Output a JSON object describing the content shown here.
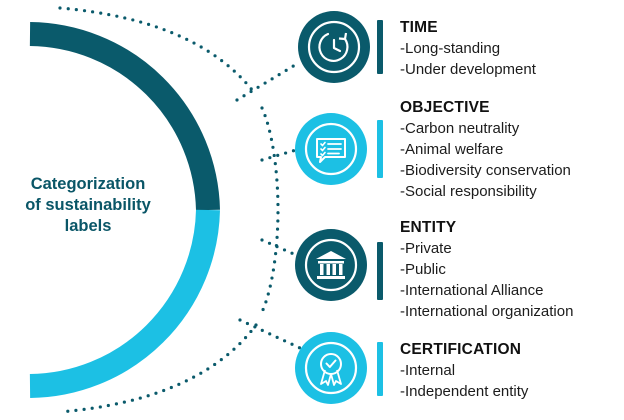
{
  "title_lines": [
    "Categorization",
    "of sustainability",
    "labels"
  ],
  "colors": {
    "dark": "#0a5a6b",
    "light": "#1cc0e4",
    "dots": "#0a5a6b",
    "text": "#111111"
  },
  "sections": [
    {
      "heading": "TIME",
      "icon": "clock-icon",
      "style": "dark",
      "items": [
        "-Long-standing",
        "-Under development"
      ]
    },
    {
      "heading": "OBJECTIVE",
      "icon": "checklist-chat-icon",
      "style": "light",
      "items": [
        "-Carbon neutrality",
        "-Animal welfare",
        "-Biodiversity conservation",
        "-Social responsibility"
      ]
    },
    {
      "heading": "ENTITY",
      "icon": "institution-building-icon",
      "style": "dark",
      "items": [
        "-Private",
        "-Public",
        "-International Alliance",
        "-International organization"
      ]
    },
    {
      "heading": "CERTIFICATION",
      "icon": "award-ribbon-icon",
      "style": "light",
      "items": [
        "-Internal",
        "-Independent entity"
      ]
    }
  ]
}
